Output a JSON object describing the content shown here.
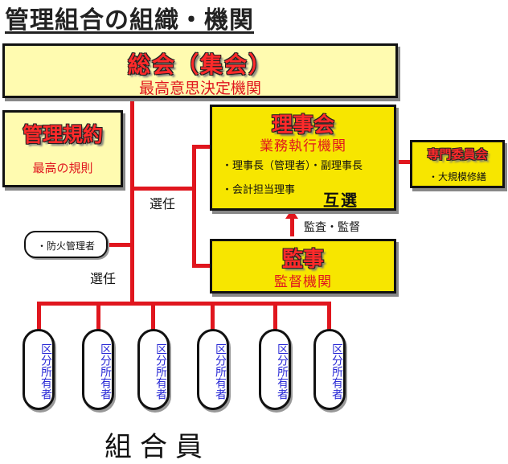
{
  "title": "管理組合の組織・機関",
  "general_meeting": {
    "name": "総会（集会）",
    "role": "最高意思決定機関"
  },
  "bylaws": {
    "name": "管理規約",
    "desc": "最高の規則"
  },
  "board": {
    "name": "理事会",
    "role": "業務執行機関",
    "members": [
      "・理事長（管理者）",
      "・副理事長",
      "・会計担当理事"
    ],
    "mutual": "互選"
  },
  "committee": {
    "name": "専門委員会",
    "item": "・大規模修繕"
  },
  "auditor": {
    "name": "監事",
    "role": "監督機関"
  },
  "fire_manager": "・防火管理者",
  "labels": {
    "appoint_board": "選任",
    "appoint_fire": "選任",
    "audit": "監査・監督"
  },
  "owners": [
    "区分所有者",
    "区分所有者",
    "区分所有者",
    "区分所有者",
    "区分所有者",
    "区分所有者"
  ],
  "bottom_label": "組合員",
  "colors": {
    "line": "#e0161e",
    "box_fill": "#fffbb0",
    "box_fill_strong": "#f7e600",
    "owner_text": "#2a2ad6"
  }
}
